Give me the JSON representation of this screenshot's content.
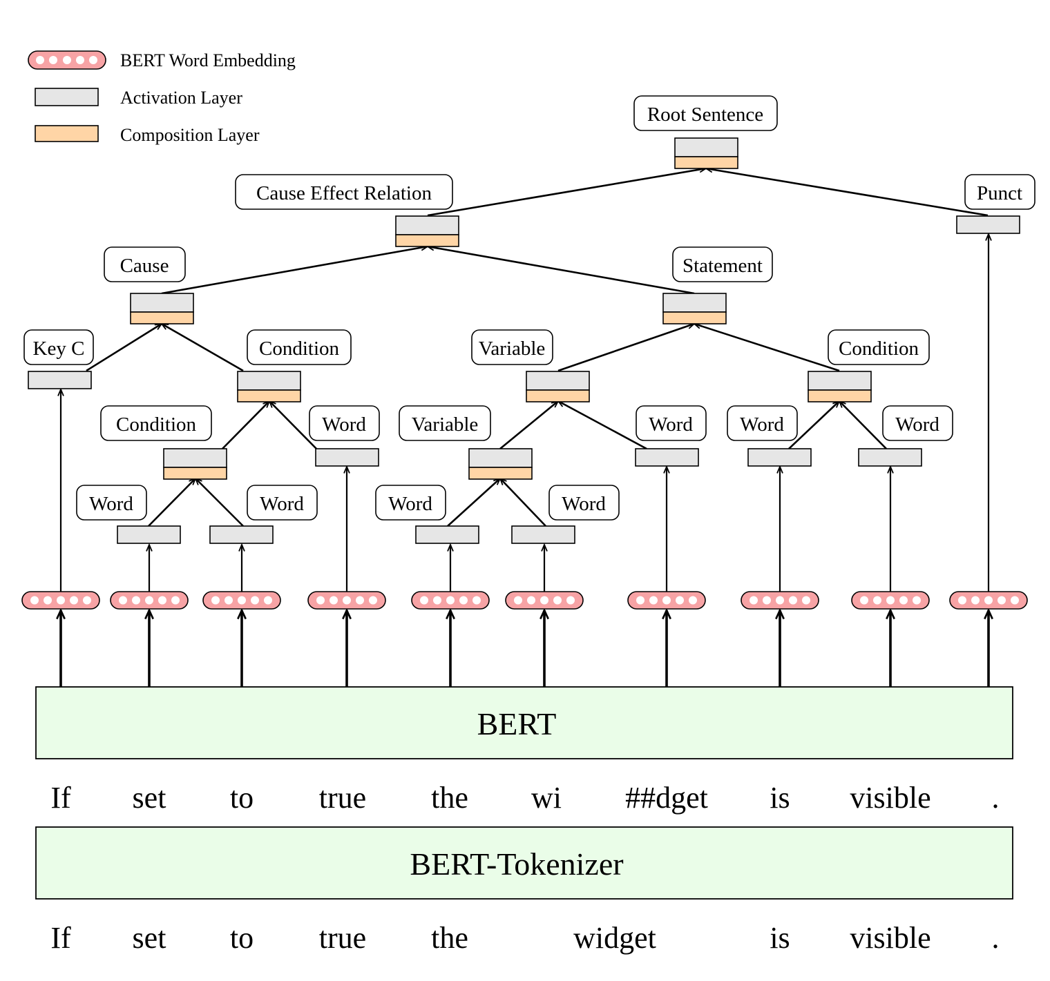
{
  "legend": {
    "embedding": "BERT Word Embedding",
    "activation": "Activation Layer",
    "composition": "Composition Layer"
  },
  "nodes": {
    "root": "Root Sentence",
    "cause_effect": "Cause Effect Relation",
    "punct": "Punct",
    "cause": "Cause",
    "statement": "Statement",
    "key_c": "Key C",
    "condition_1": "Condition",
    "variable_1": "Variable",
    "condition_2": "Condition",
    "condition_3": "Condition",
    "word_true": "Word",
    "variable_2": "Variable",
    "word_wdget": "Word",
    "word_is": "Word",
    "word_visible": "Word",
    "word_set": "Word",
    "word_to": "Word",
    "word_the": "Word",
    "word_wi": "Word"
  },
  "blocks": {
    "bert": "BERT",
    "tokenizer": "BERT-Tokenizer"
  },
  "subword_tokens": [
    "If",
    "set",
    "to",
    "true",
    "the",
    "wi",
    "##dget",
    "is",
    "visible",
    "."
  ],
  "words": [
    "If",
    "set",
    "to",
    "true",
    "the",
    "widget",
    "is",
    "visible",
    "."
  ],
  "colors": {
    "embedding_fill": "#f7a3a5",
    "activation_fill": "#e6e6e6",
    "composition_fill": "#ffd5a6",
    "bert_block_fill": "#eafde8"
  }
}
